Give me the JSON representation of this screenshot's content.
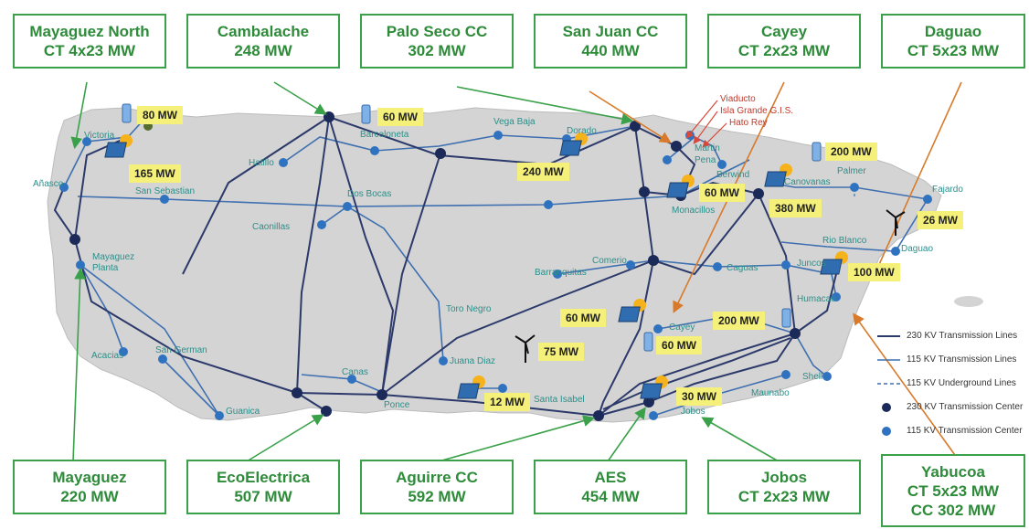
{
  "plants": {
    "mayaguez_north": {
      "name": "Mayaguez North",
      "rating": "CT 4x23 MW"
    },
    "cambalache": {
      "name": "Cambalache",
      "rating": "248 MW"
    },
    "palo_seco": {
      "name": "Palo Seco CC",
      "rating": "302 MW"
    },
    "san_juan": {
      "name": "San Juan CC",
      "rating": "440 MW"
    },
    "cayey": {
      "name": "Cayey",
      "rating": "CT 2x23 MW"
    },
    "daguao": {
      "name": "Daguao",
      "rating": "CT 5x23 MW"
    },
    "mayaguez": {
      "name": "Mayaguez",
      "rating": "220 MW"
    },
    "ecoelectrica": {
      "name": "EcoElectrica",
      "rating": "507 MW"
    },
    "aguirre": {
      "name": "Aguirre CC",
      "rating": "592 MW"
    },
    "aes": {
      "name": "AES",
      "rating": "454 MW"
    },
    "jobos": {
      "name": "Jobos",
      "rating": "CT 2x23 MW"
    },
    "yabucoa": {
      "name": "Yabucoa",
      "rating": "CT 5x23 MW",
      "rating2": "CC 302 MW"
    }
  },
  "cities": {
    "victoria": "Victoria",
    "anasco": "Añasco",
    "san_sebastian": "San Sebastian",
    "hatillo": "Hatillo",
    "barceloneta": "Barceloneta",
    "vega_baja": "Vega Baja",
    "dorado": "Dorado",
    "dos_bocas": "Dos Bocas",
    "caonillas": "Caonillas",
    "mayaguez_planta_1": "Mayaguez",
    "mayaguez_planta_2": "Planta",
    "viaducto": "Viaducto",
    "isla_grande": "Isla Grande G.I.S.",
    "hato_rey": "Hato Rey",
    "martin_pena_1": "Martin",
    "martin_pena_2": "Pena",
    "berwind": "Berwind",
    "monacillos": "Monacillos",
    "canovanas": "Canovanas",
    "palmer": "Palmer",
    "fajardo": "Fajardo",
    "comerio": "Comerio",
    "barranquitas": "Barranquitas",
    "caguas": "Caguas",
    "rio_blanco": "Rio Blanco",
    "daguao": "Daguao",
    "juncos": "Juncos",
    "humacao": "Humacao",
    "toro_negro": "Toro Negro",
    "cayey": "Cayey",
    "acacias": "Acacias",
    "san_german": "San German",
    "juana_diaz": "Juana Diaz",
    "canas": "Canas",
    "ponce": "Ponce",
    "guanica": "Guanica",
    "santa_isabel": "Santa Isabel",
    "jobos": "Jobos",
    "maunabo": "Maunabo",
    "shell": "Shell"
  },
  "capacities": {
    "victoria_battery": "80 MW",
    "victoria_solar": "165 MW",
    "barceloneta_battery": "60 MW",
    "dorado_solar": "240 MW",
    "palmer_battery": "200 MW",
    "monacillos_solar": "60 MW",
    "canovanas_solar": "380 MW",
    "fajardo_wind": "26 MW",
    "rio_blanco_solar": "100 MW",
    "central_solar": "60 MW",
    "cayey_battery": "60 MW",
    "south_wind": "75 MW",
    "humacao_battery": "200 MW",
    "santa_isabel_solar": "12 MW",
    "jobos_solar": "30 MW"
  },
  "legend": {
    "line_230": "230 KV Transmission Lines",
    "line_115": "115 KV Transmission Lines",
    "line_underground": "115 KV Underground Lines",
    "center_230": "230 KV Transmission Center",
    "center_115": "115 KV Transmission Center"
  },
  "colors": {
    "island": "#d4d4d4",
    "line_230": "#2c3a6b",
    "line_115": "#3e6fb0",
    "node_230": "#1c2a5a",
    "node_115": "#2f73c0",
    "plant_border": "#3aa14a",
    "arrow_green": "#3aa14a",
    "arrow_orange": "#d87a2a",
    "capacity_bg": "#f4f07a",
    "city_text": "#2a8f8a"
  }
}
